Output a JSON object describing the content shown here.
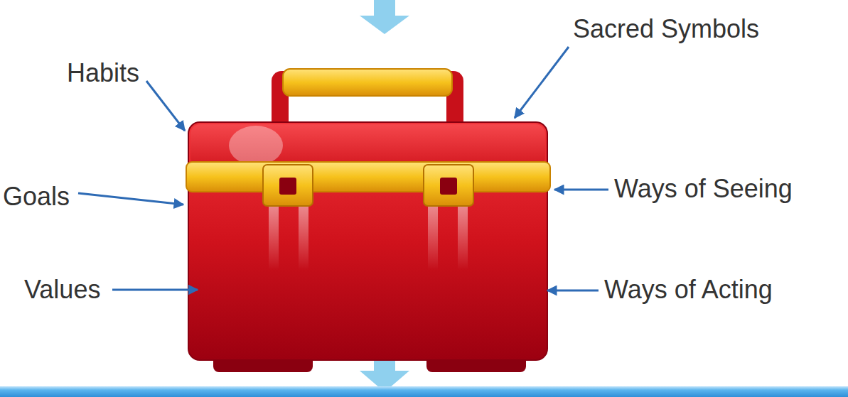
{
  "diagram": {
    "labels": [
      "Habits",
      "Sacred Symbols",
      "Goals",
      "Ways of Seeing",
      "Values",
      "Ways of Acting"
    ]
  }
}
